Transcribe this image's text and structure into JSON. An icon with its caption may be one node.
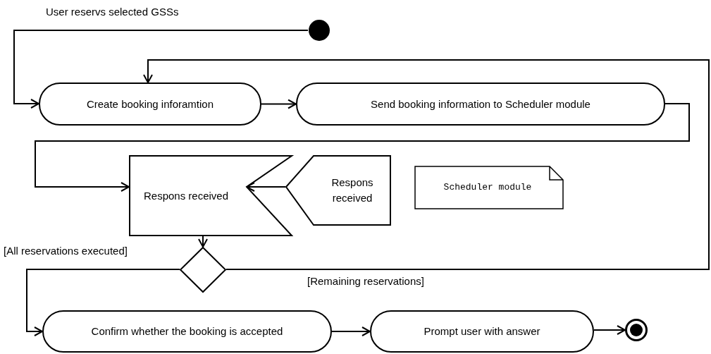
{
  "diagram": {
    "nodes": [
      {
        "text": [],
        "shape": "circle"
      },
      {
        "text": [
          "Create booking inforamtion"
        ]
      },
      {
        "text": [
          "Send booking information to  Scheduler module"
        ]
      },
      {
        "text": [
          "Respons received"
        ]
      },
      {
        "text": [
          "Respons received"
        ]
      },
      {
        "text": [
          "Scheduler module"
        ]
      },
      {
        "text": [],
        "shape": "diamond"
      },
      {
        "text": [
          "Confirm  whether the booking is accepted"
        ]
      },
      {
        "text": [
          "Prompt user with  answer"
        ]
      },
      {
        "text": [],
        "shape": "bullseye"
      }
    ],
    "edges": [
      {
        "from": 0,
        "to": 1,
        "arrow": "to",
        "label": "User reservs selected GSSs"
      },
      {
        "from": 1,
        "to": 2,
        "arrow": "to"
      },
      {
        "from": 2,
        "to": 3,
        "arrow": "to"
      },
      {
        "from": 4,
        "to": 3,
        "arrow": "to"
      },
      {
        "from": 3,
        "to": 6,
        "arrow": "to"
      },
      {
        "from": 6,
        "to": 7,
        "arrow": "to",
        "label": "[All reservations executed]"
      },
      {
        "from": 6,
        "to": 1,
        "arrow": "to",
        "label": "[Remaining reservations]"
      },
      {
        "from": 7,
        "to": 8,
        "arrow": "to"
      },
      {
        "from": 8,
        "to": 9,
        "arrow": "to"
      }
    ]
  }
}
